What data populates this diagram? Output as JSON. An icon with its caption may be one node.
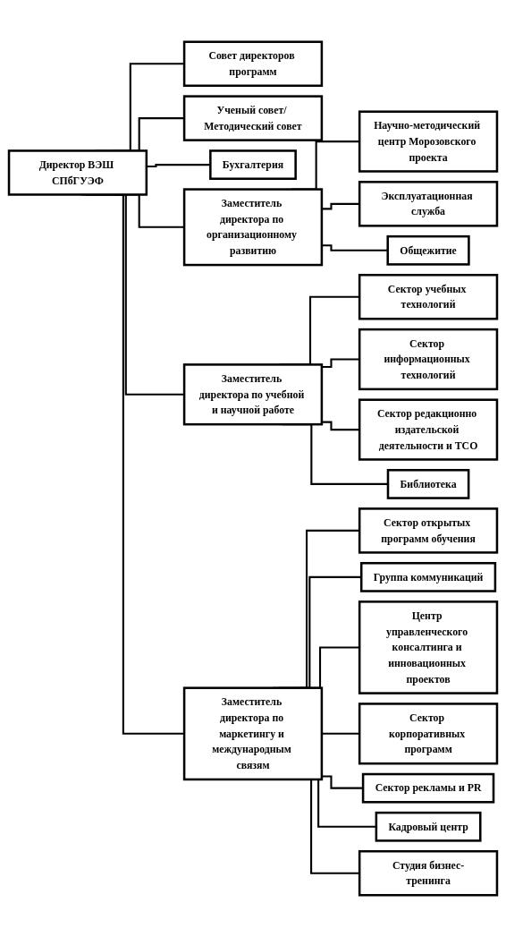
{
  "diagram": {
    "nodes": [
      {
        "text": [
          "Директор ВЭШ СПбГУЭФ"
        ]
      },
      {
        "text": [
          "Совет директоров программ"
        ]
      },
      {
        "text": [
          "Ученый совет/ Методический совет"
        ]
      },
      {
        "text": [
          "Бухгалтерия"
        ]
      },
      {
        "text": [
          "Заместитель директора по организационному развитию"
        ]
      },
      {
        "text": [
          "Научно-методический центр Морозовского проекта"
        ]
      },
      {
        "text": [
          "Эксплуатационная служба"
        ]
      },
      {
        "text": [
          "Общежитие"
        ]
      },
      {
        "text": [
          "Заместитель директора по учебной и научной работе"
        ]
      },
      {
        "text": [
          "Сектор учебных технологий"
        ]
      },
      {
        "text": [
          "Сектор информационных технологий"
        ]
      },
      {
        "text": [
          "Сектор редакционно издательской деятельности и ТСО"
        ]
      },
      {
        "text": [
          "Библиотека"
        ]
      },
      {
        "text": [
          "Заместитель директора по маркетингу и международным связям"
        ]
      },
      {
        "text": [
          "Сектор открытых программ обучения"
        ]
      },
      {
        "text": [
          "Группа коммуникаций"
        ]
      },
      {
        "text": [
          "Центр управленческого консалтинга и инновационных проектов"
        ]
      },
      {
        "text": [
          "Сектор корпоративных программ"
        ]
      },
      {
        "text": [
          "Сектор рекламы и PR"
        ]
      },
      {
        "text": [
          "Кадровый центр"
        ]
      },
      {
        "text": [
          "Студия бизнес-тренинга"
        ]
      }
    ],
    "edges": [
      {
        "from": 0,
        "to": 1,
        "arrow": "none"
      },
      {
        "from": 0,
        "to": 2,
        "arrow": "none"
      },
      {
        "from": 0,
        "to": 3,
        "arrow": "none"
      },
      {
        "from": 0,
        "to": 4,
        "arrow": "none"
      },
      {
        "from": 0,
        "to": 8,
        "arrow": "none"
      },
      {
        "from": 0,
        "to": 13,
        "arrow": "none"
      },
      {
        "from": 4,
        "to": 5,
        "arrow": "none"
      },
      {
        "from": 4,
        "to": 6,
        "arrow": "none"
      },
      {
        "from": 4,
        "to": 7,
        "arrow": "none"
      },
      {
        "from": 8,
        "to": 9,
        "arrow": "none"
      },
      {
        "from": 8,
        "to": 10,
        "arrow": "none"
      },
      {
        "from": 8,
        "to": 11,
        "arrow": "none"
      },
      {
        "from": 8,
        "to": 12,
        "arrow": "none"
      },
      {
        "from": 13,
        "to": 14,
        "arrow": "none"
      },
      {
        "from": 13,
        "to": 15,
        "arrow": "none"
      },
      {
        "from": 13,
        "to": 16,
        "arrow": "none"
      },
      {
        "from": 13,
        "to": 17,
        "arrow": "none"
      },
      {
        "from": 13,
        "to": 18,
        "arrow": "none"
      },
      {
        "from": 13,
        "to": 19,
        "arrow": "none"
      },
      {
        "from": 13,
        "to": 20,
        "arrow": "none"
      }
    ]
  }
}
